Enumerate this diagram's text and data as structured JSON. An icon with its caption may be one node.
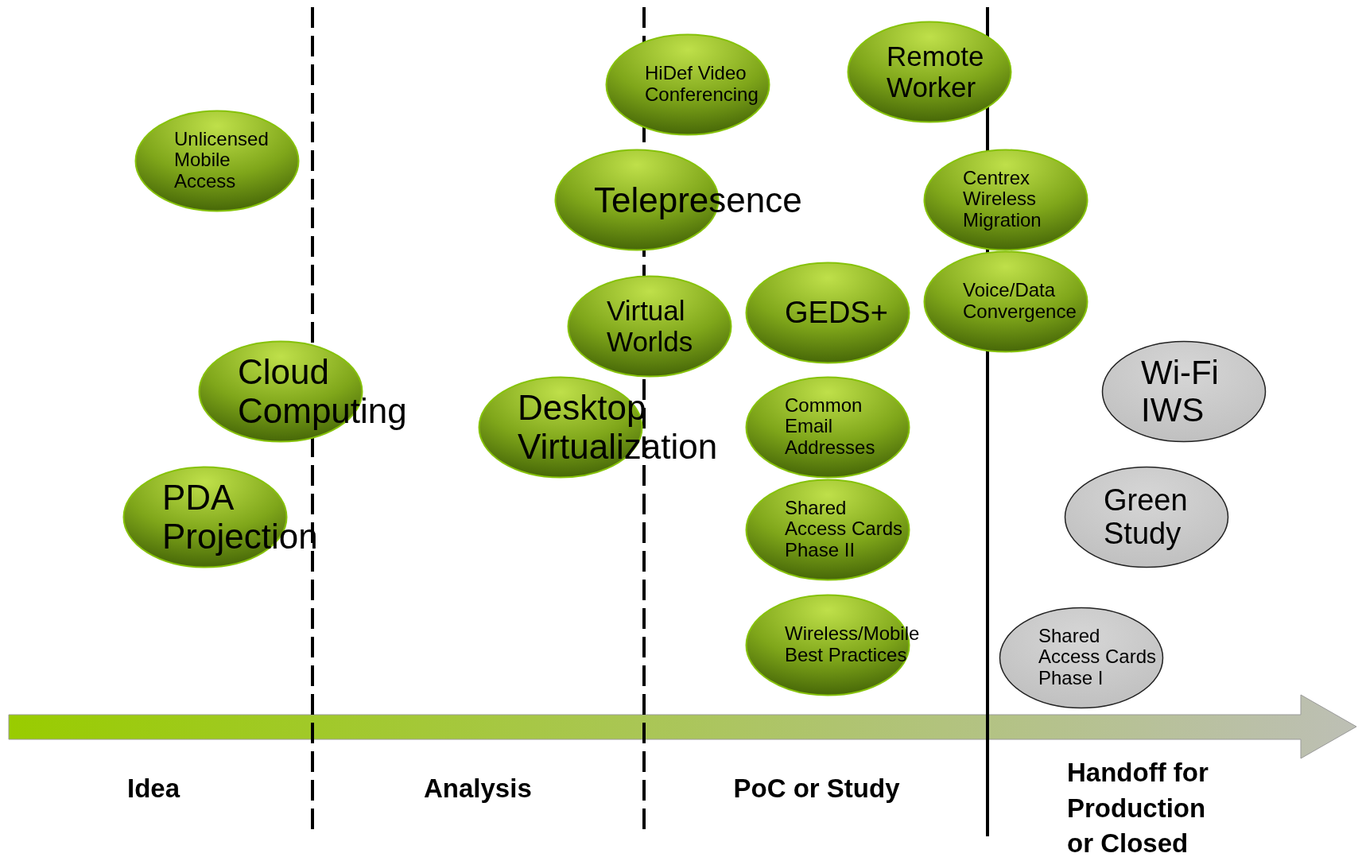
{
  "diagram": {
    "nodes": [
      {
        "text": [
          "Unlicensed Mobile Access"
        ]
      },
      {
        "text": [
          "HiDef Video Conferencing"
        ]
      },
      {
        "text": [
          "Remote Worker"
        ]
      },
      {
        "text": [
          "Telepresence"
        ]
      },
      {
        "text": [
          "Centrex Wireless Migration"
        ]
      },
      {
        "text": [
          "Virtual Worlds"
        ]
      },
      {
        "text": [
          "GEDS+"
        ]
      },
      {
        "text": [
          "Voice/Data Convergence"
        ]
      },
      {
        "text": [
          "Cloud Computing"
        ]
      },
      {
        "text": [
          "Wi-Fi IWS"
        ]
      },
      {
        "text": [
          "Desktop Virtualization"
        ]
      },
      {
        "text": [
          "Common Email Addresses"
        ]
      },
      {
        "text": [
          "PDA Projection"
        ]
      },
      {
        "text": [
          "Green Study"
        ]
      },
      {
        "text": [
          "Shared Access Cards Phase II"
        ]
      },
      {
        "text": [
          "Wireless/Mobile Best Practices"
        ]
      },
      {
        "text": [
          "Shared Access Cards Phase I"
        ]
      }
    ],
    "edges": [],
    "labels": [
      "Idea",
      "Analysis",
      "PoC or Study",
      "Handoff for Production or Closed"
    ]
  }
}
